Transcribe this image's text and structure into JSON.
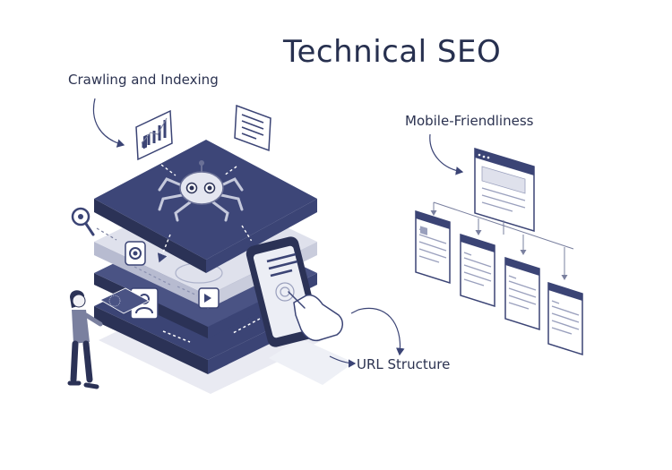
{
  "title": "Technical SEO",
  "labels": {
    "crawling": "Crawling and Indexing",
    "mobile": "Mobile-Friendliness",
    "url": "URL Structure"
  },
  "colors": {
    "navy": "#3b4475",
    "navy_dark": "#2b3256",
    "slate": "#9aa0bd",
    "light": "#dfe1ec",
    "ink": "#27304f"
  },
  "icons": [
    "spider-robot-icon",
    "bar-chart-document-icon",
    "text-document-icon",
    "magnifier-icon",
    "eye-icon",
    "user-profile-icon",
    "smartphone-icon",
    "hand-icon",
    "person-figure-icon",
    "browser-window-icon"
  ]
}
